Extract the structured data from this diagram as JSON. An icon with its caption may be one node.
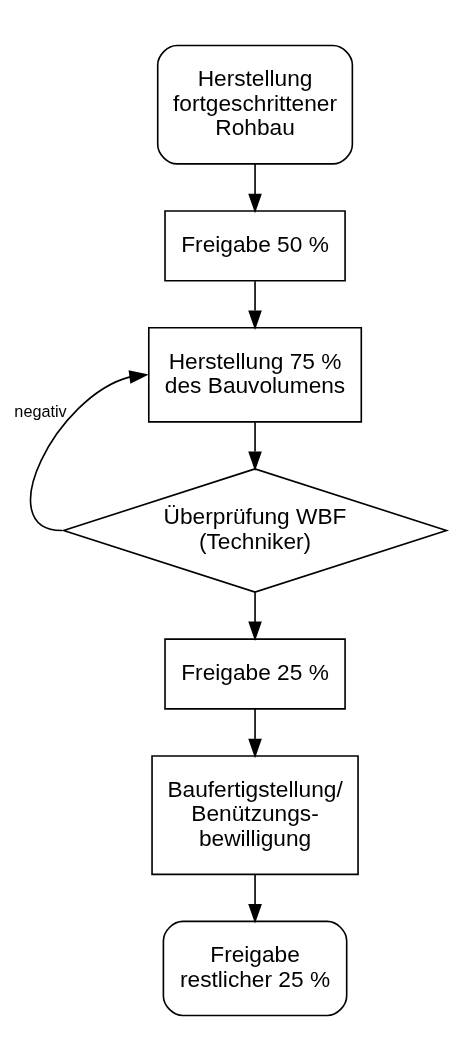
{
  "diagram": {
    "nodes": [
      {
        "text": [
          "Herstellung fortgeschrittener Rohbau"
        ]
      },
      {
        "text": [
          "Freigabe 50 %"
        ]
      },
      {
        "text": [
          "Herstellung 75 % des Bauvolumens"
        ]
      },
      {
        "text": [
          "Überprüfung WBF (Techniker)"
        ]
      },
      {
        "text": [
          "Freigabe 25 %"
        ]
      },
      {
        "text": [
          "Baufertigstellung/ Benützungs- bewilligung"
        ]
      },
      {
        "text": [
          "Freigabe restlicher 25 %"
        ]
      }
    ],
    "edges": [
      {
        "from": 0,
        "to": 1,
        "arrow": "to"
      },
      {
        "from": 1,
        "to": 2,
        "arrow": "to"
      },
      {
        "from": 2,
        "to": 3,
        "arrow": "to"
      },
      {
        "from": 3,
        "to": 2,
        "arrow": "to",
        "label": "negativ"
      },
      {
        "from": 3,
        "to": 4,
        "arrow": "to"
      },
      {
        "from": 4,
        "to": 5,
        "arrow": "to"
      },
      {
        "from": 5,
        "to": 6,
        "arrow": "to"
      }
    ]
  }
}
